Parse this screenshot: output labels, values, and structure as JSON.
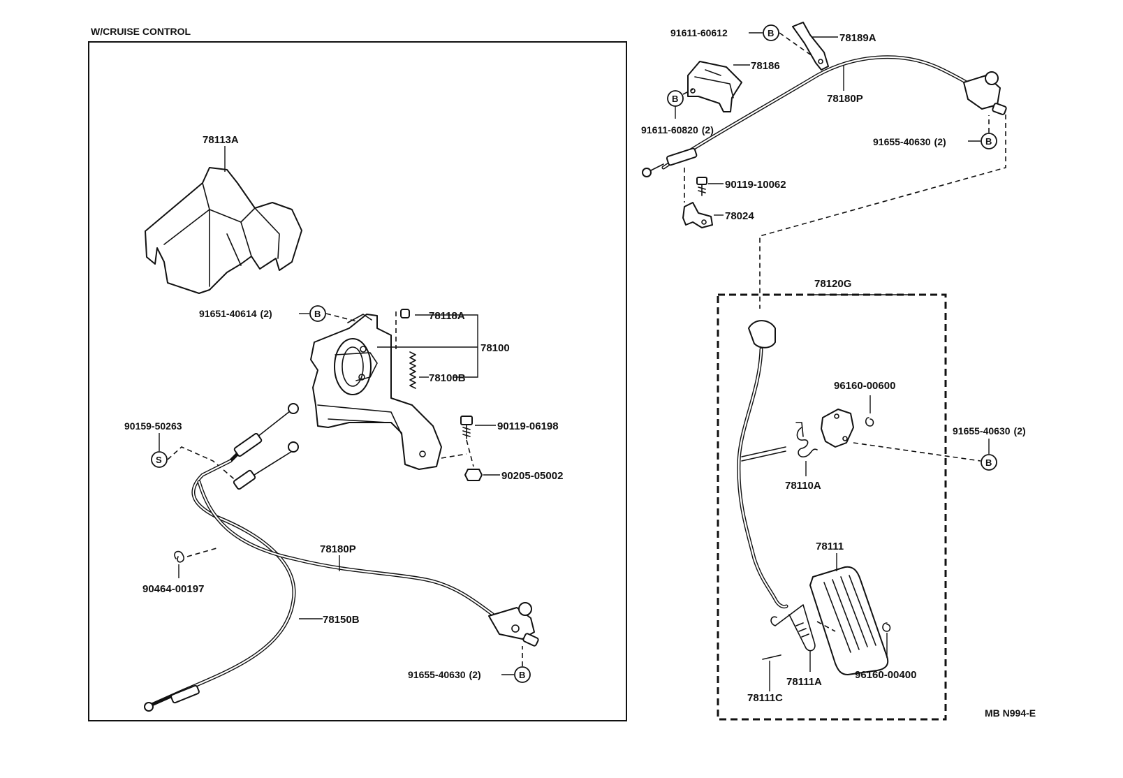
{
  "section_title": "W/CRUISE CONTROL",
  "figure_code": "MB N994-E",
  "left_panel": {
    "labels": {
      "p78113A": "78113A",
      "p91651": "91651-40614",
      "p91651_qty": "(2)",
      "p78118A": "78118A",
      "p78100": "78100",
      "p78100B": "78100B",
      "p90159": "90159-50263",
      "p90119_06198": "90119-06198",
      "p90205": "90205-05002",
      "p78180P": "78180P",
      "p90464": "90464-00197",
      "p78150B": "78150B",
      "p91655": "91655-40630",
      "p91655_qty": "(2)"
    }
  },
  "right_panel": {
    "labels": {
      "p91611_60612": "91611-60612",
      "p78189A": "78189A",
      "p78186": "78186",
      "p78180P": "78180P",
      "p91611_60820": "91611-60820",
      "p91611_60820_qty": "(2)",
      "p91655_top": "91655-40630",
      "p91655_top_qty": "(2)",
      "p90119_10062": "90119-10062",
      "p78024": "78024",
      "p78120G": "78120G",
      "p96160_00600": "96160-00600",
      "p91655_mid": "91655-40630",
      "p91655_mid_qty": "(2)",
      "p78110A": "78110A",
      "p78111": "78111",
      "p78111A": "78111A",
      "p78111C": "78111C",
      "p96160_00400": "96160-00400"
    }
  },
  "reference_markers": {
    "bolt": "B",
    "special": "S"
  }
}
